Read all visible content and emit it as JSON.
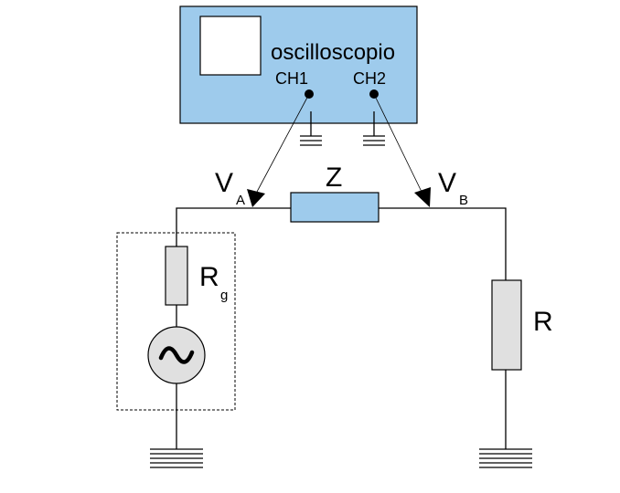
{
  "oscilloscope": {
    "title": "oscilloscopio",
    "channel_1": "CH1",
    "channel_2": "CH2",
    "body_color": "#9ecbec"
  },
  "circuit": {
    "node_a_label": "V",
    "node_a_subscript": "A",
    "node_b_label": "V",
    "node_b_subscript": "B",
    "impedance_label": "Z",
    "impedance_color": "#9ecbec",
    "generator_resistor_label": "R",
    "generator_resistor_subscript": "g",
    "load_resistor_label": "R",
    "resistor_color": "#e0e0e0",
    "source_symbol": "~"
  }
}
